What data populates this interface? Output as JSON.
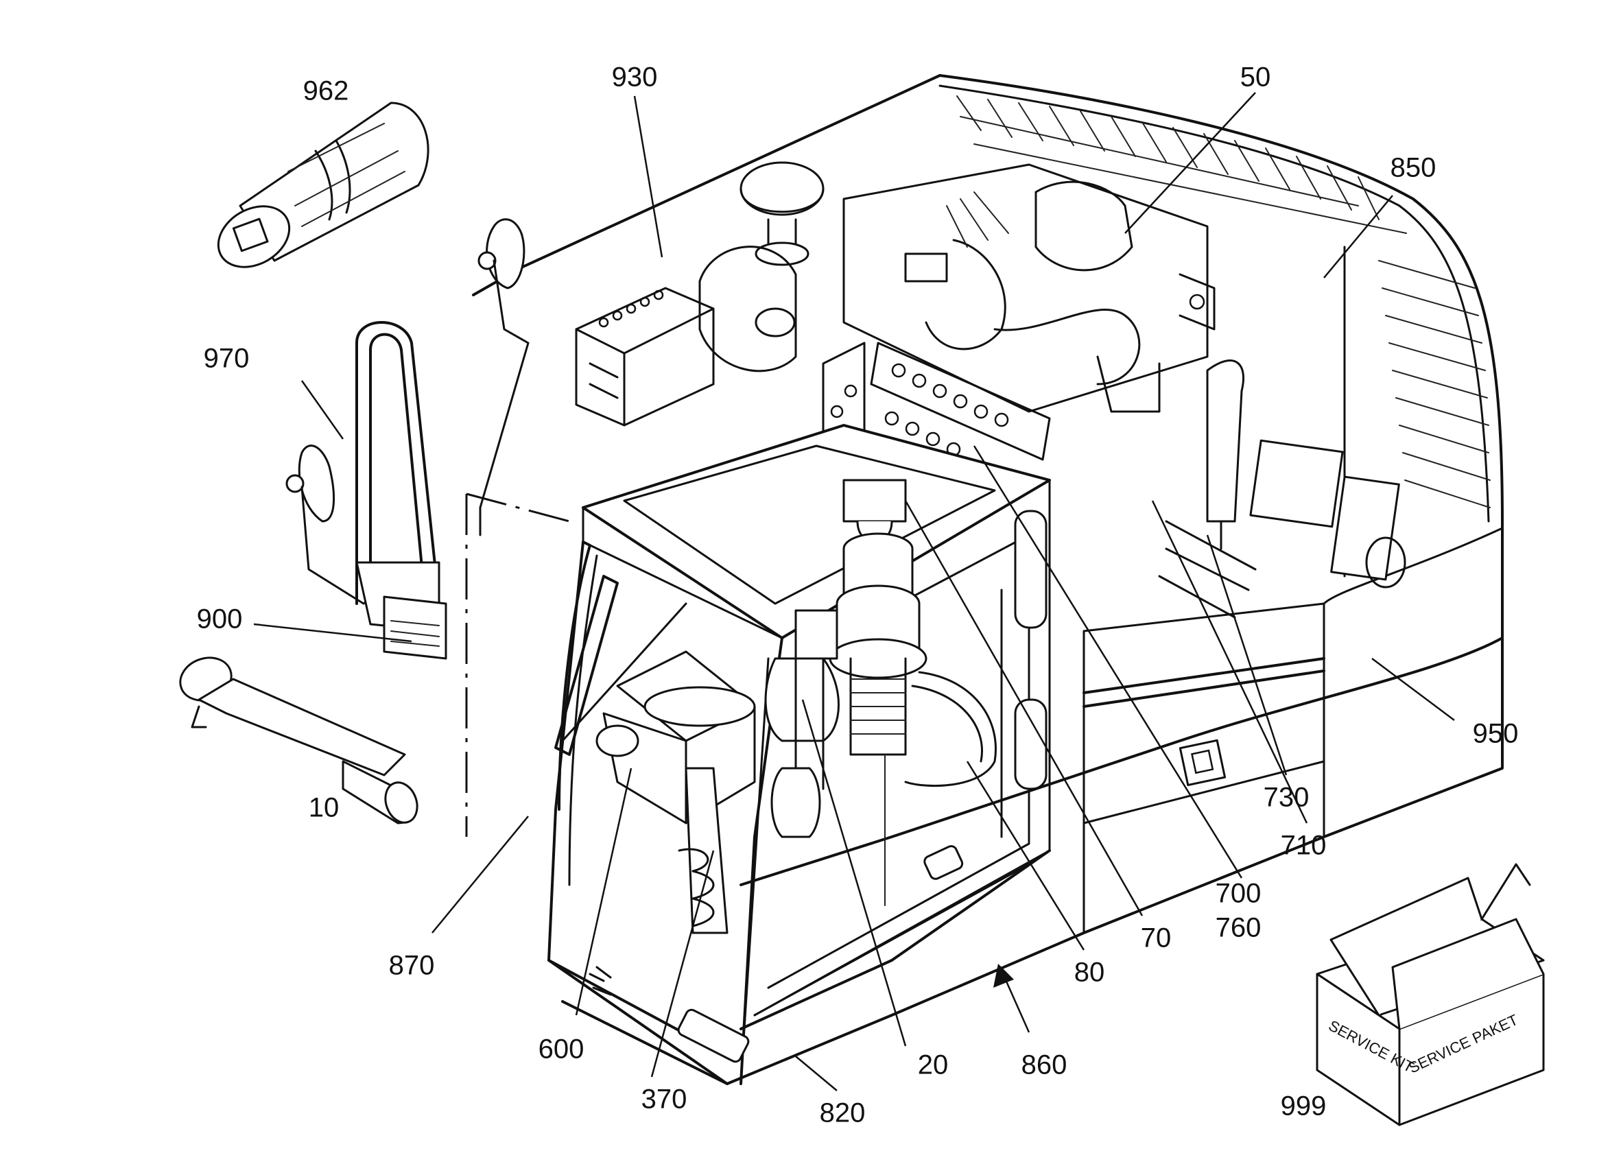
{
  "labels": {
    "p10": "10",
    "p20": "20",
    "p50": "50",
    "p70": "70",
    "p80": "80",
    "p370": "370",
    "p600": "600",
    "p700": "700",
    "p710": "710",
    "p730": "730",
    "p760": "760",
    "p820": "820",
    "p850": "850",
    "p860": "860",
    "p870": "870",
    "p900": "900",
    "p930": "930",
    "p950": "950",
    "p962": "962",
    "p970": "970",
    "p999": "999"
  },
  "service_box": {
    "text_left": "SERVICE KIT",
    "text_right": "SERVICE PAKET"
  }
}
